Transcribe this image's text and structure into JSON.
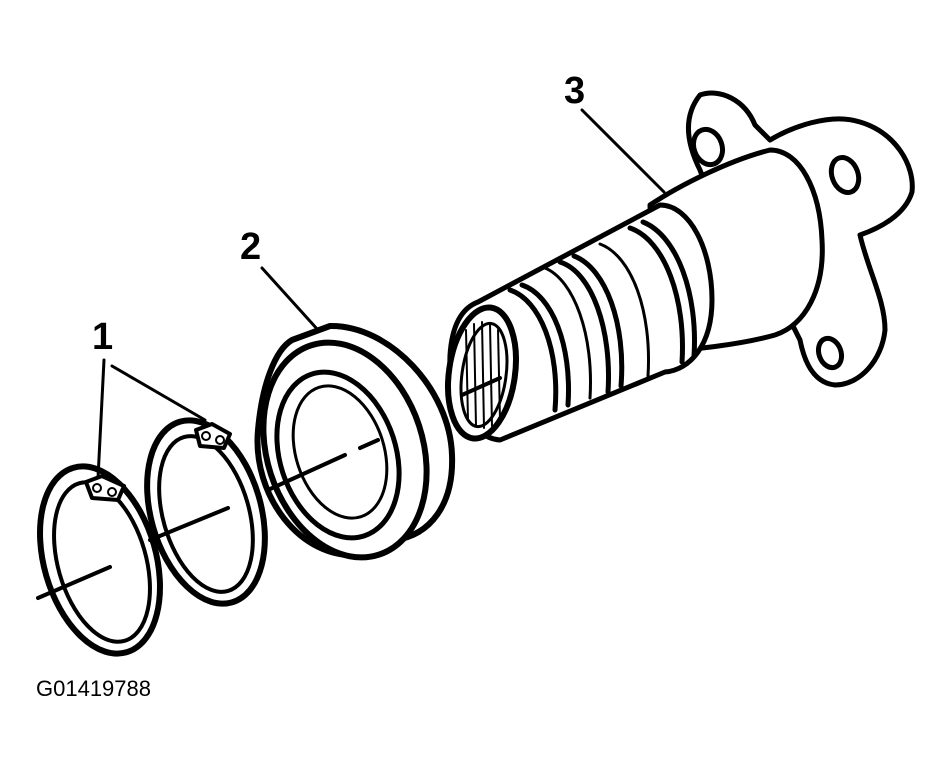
{
  "callouts": [
    {
      "number": "1"
    },
    {
      "number": "2"
    },
    {
      "number": "3"
    }
  ],
  "figure_id": "G01419788",
  "colors": {
    "ink": "#000000",
    "paper": "#ffffff"
  }
}
